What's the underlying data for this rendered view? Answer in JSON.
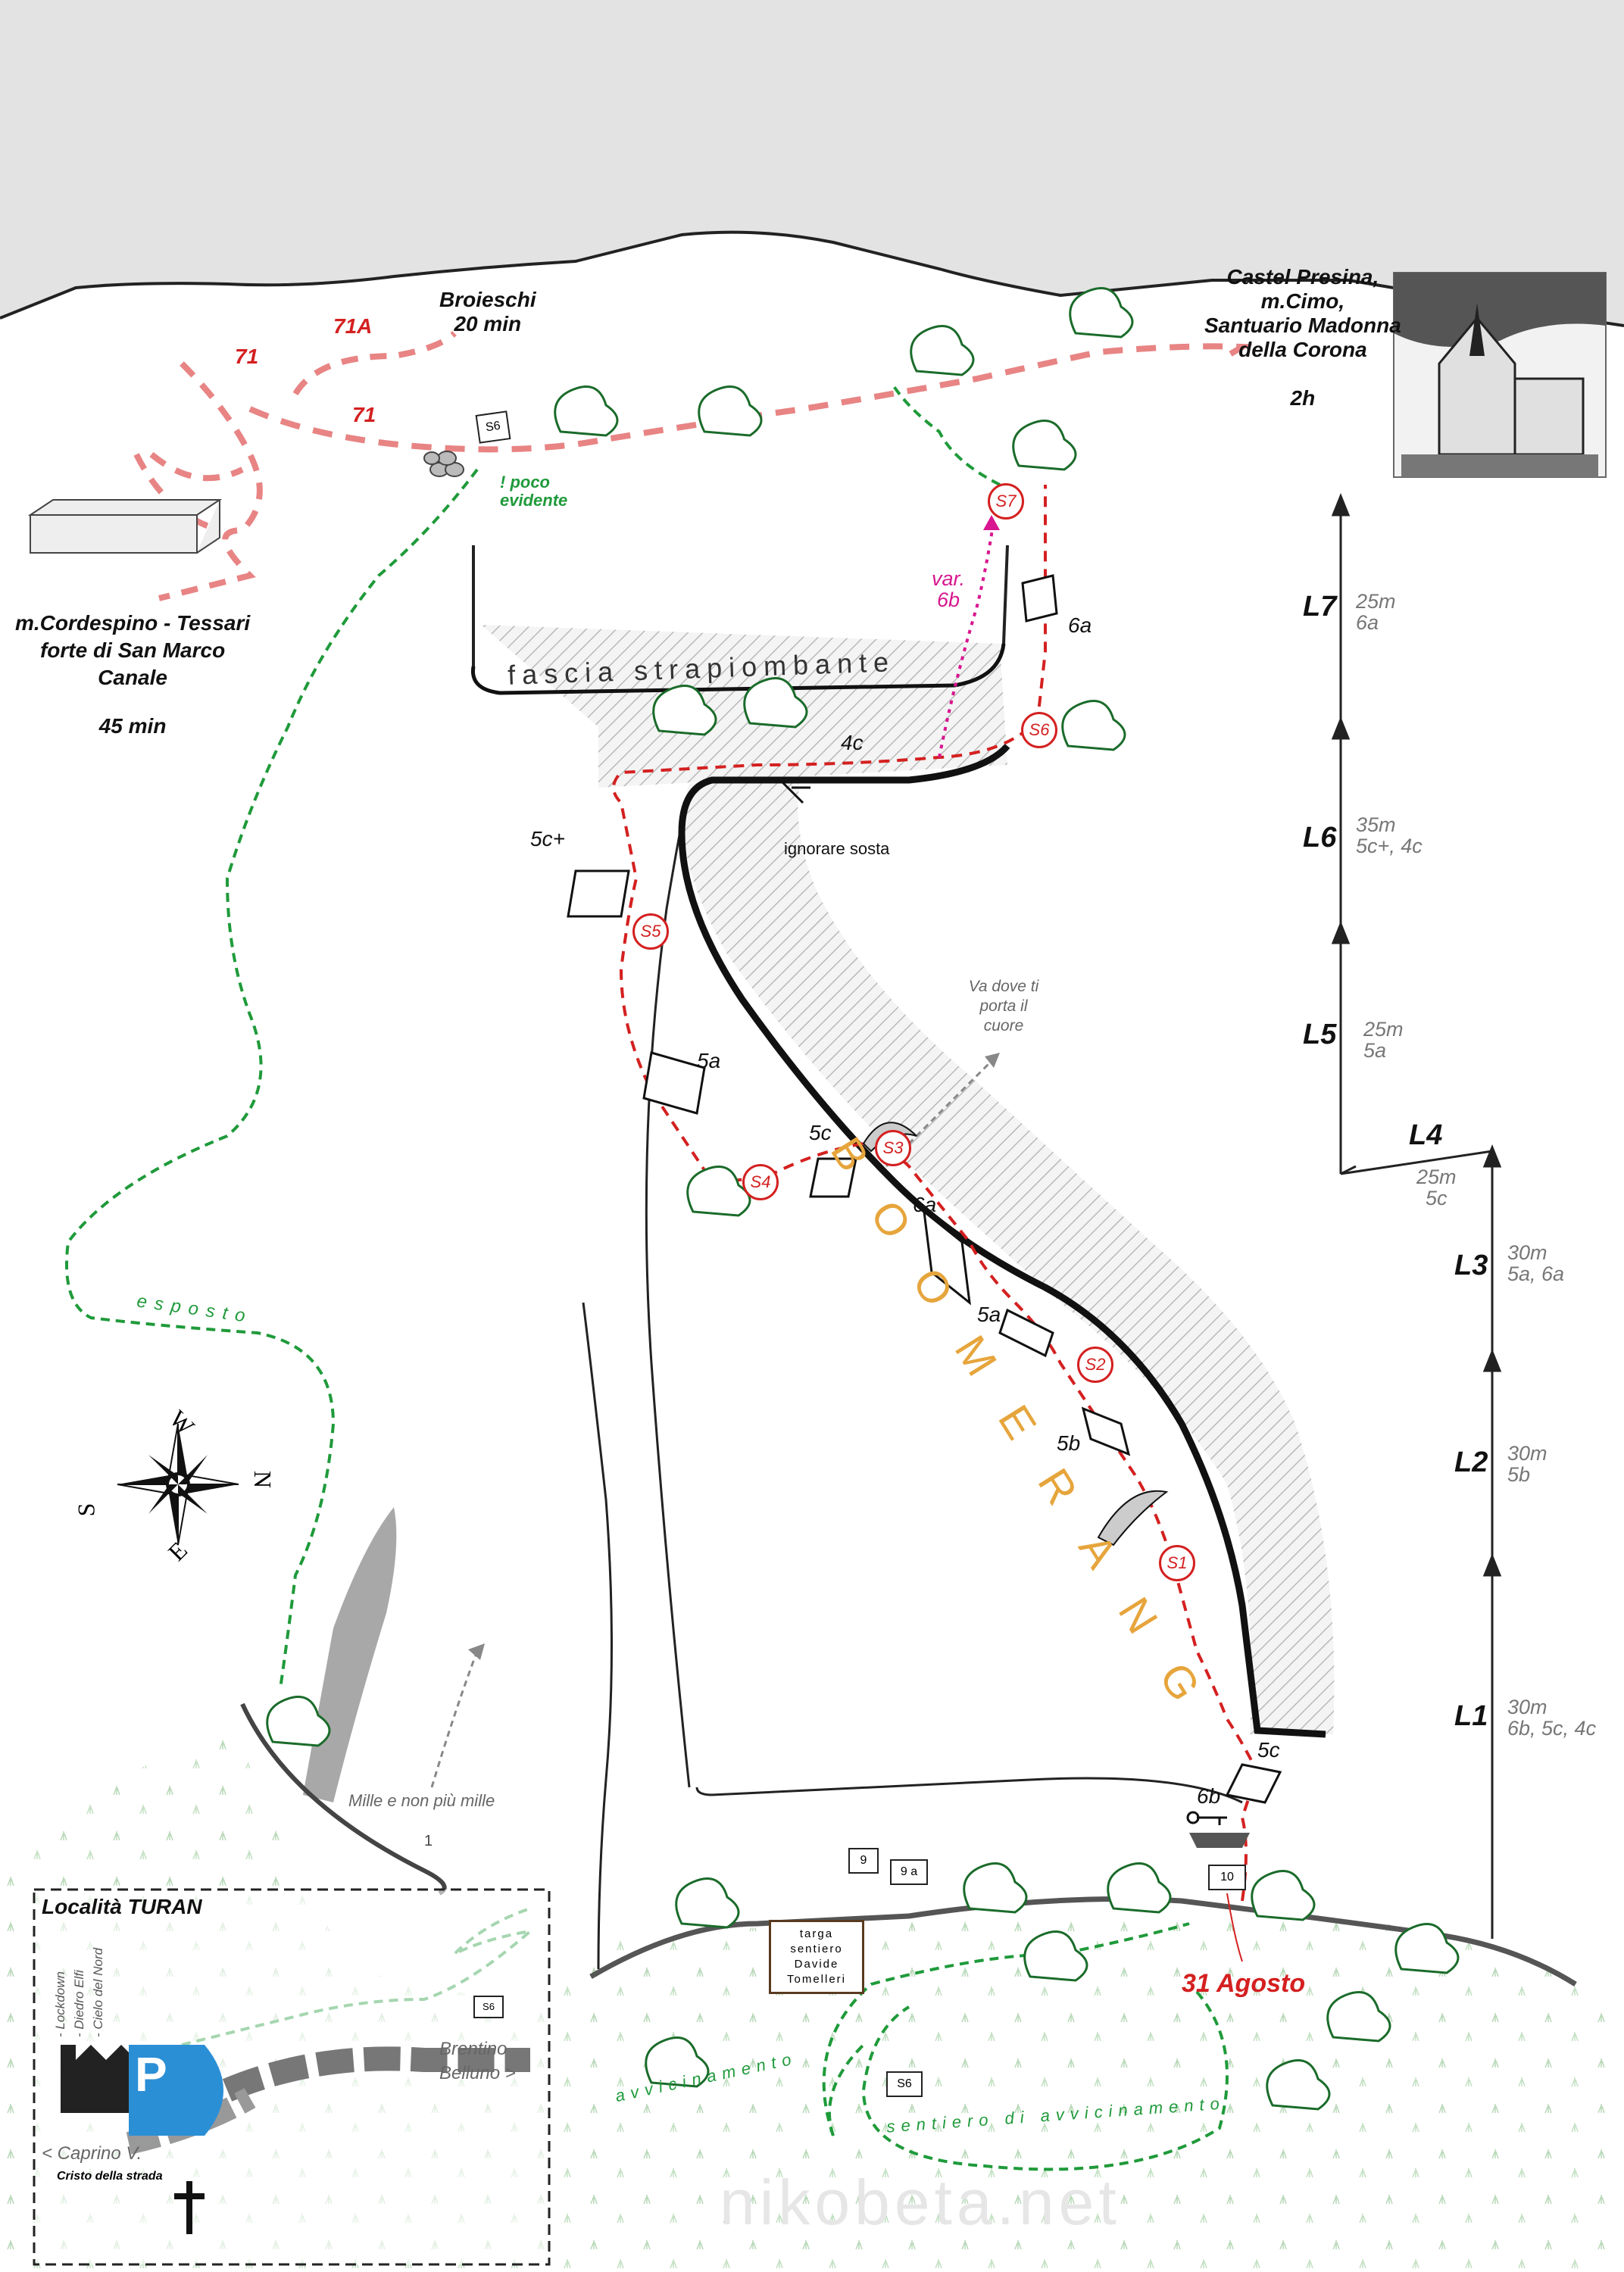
{
  "routes": {
    "broieschi": {
      "name": "Broieschi",
      "time": "20 min"
    },
    "trail_71": "71",
    "trail_71a": "71A",
    "cordespino": {
      "line1": "m.Cordespino - Tessari",
      "line2": "forte di San Marco",
      "line3": "Canale",
      "time": "45 min"
    },
    "presina": {
      "line1": "Castel Presina,",
      "line2": "m.Cimo,",
      "line3": "Santuario Madonna",
      "line4": "della Corona",
      "time": "2h"
    }
  },
  "labels": {
    "poco_evidente": "! poco evidente",
    "fascia": "fascia strapiombante",
    "boomerang": "BOOMERANG",
    "ignorare_sosta": "ignorare sosta",
    "va_dove": "Va dove ti porta il cuore",
    "mille": "Mille e non più mille",
    "esposto": "esposto",
    "variant": "var.\n6b",
    "agosto": "31 Agosto",
    "localita": "Località TURAN",
    "brentino": "Brentino\nBelluno >",
    "caprino": "< Caprino V.",
    "cristo": "Cristo della strada",
    "avvicinamento1": "avvicinamento",
    "avvicinamento2": "sentiero di avvicinamento",
    "targa": "targa\nsentiero\nDavide\nTomelleri",
    "watermark": "nikobeta.net",
    "parking_roads": [
      "- Lockdown",
      "- Diedro Elfi",
      "- Cielo del Nord"
    ],
    "one": "1"
  },
  "signs": {
    "s6_top": "S6",
    "s6_low": "S6",
    "s6_path": "S6",
    "nine": "9",
    "nine_a": "9 a",
    "ten": "10"
  },
  "stations": {
    "s1": "S1",
    "s2": "S2",
    "s3": "S3",
    "s4": "S4",
    "s5": "S5",
    "s6": "S6",
    "s7": "S7"
  },
  "grades_on_route": {
    "g6a_top": "6a",
    "g4c": "4c",
    "g5cplus": "5c+",
    "g5a_left": "5a",
    "g5c_mid": "5c",
    "g6a_mid": "6a",
    "g5a_right": "5a",
    "g5b": "5b",
    "g5c_bottom": "5c",
    "g6b": "6b"
  },
  "compass": {
    "n": "N",
    "s": "S",
    "e": "E",
    "w": "W"
  },
  "pitches": [
    {
      "name": "L7",
      "length": "25m",
      "grade": "6a"
    },
    {
      "name": "L6",
      "length": "35m",
      "grade": "5c+, 4c"
    },
    {
      "name": "L5",
      "length": "25m",
      "grade": "5a"
    },
    {
      "name": "L4",
      "length": "25m",
      "grade": "5c"
    },
    {
      "name": "L3",
      "length": "30m",
      "grade": "5a, 6a"
    },
    {
      "name": "L2",
      "length": "30m",
      "grade": "5b"
    },
    {
      "name": "L1",
      "length": "30m",
      "grade": "6b, 5c, 4c"
    }
  ],
  "colors": {
    "approach": "#1f9a3a",
    "route": "#d42020",
    "trail": "#e88484",
    "variant": "#d8168f",
    "sky": "#e3e3e3"
  }
}
